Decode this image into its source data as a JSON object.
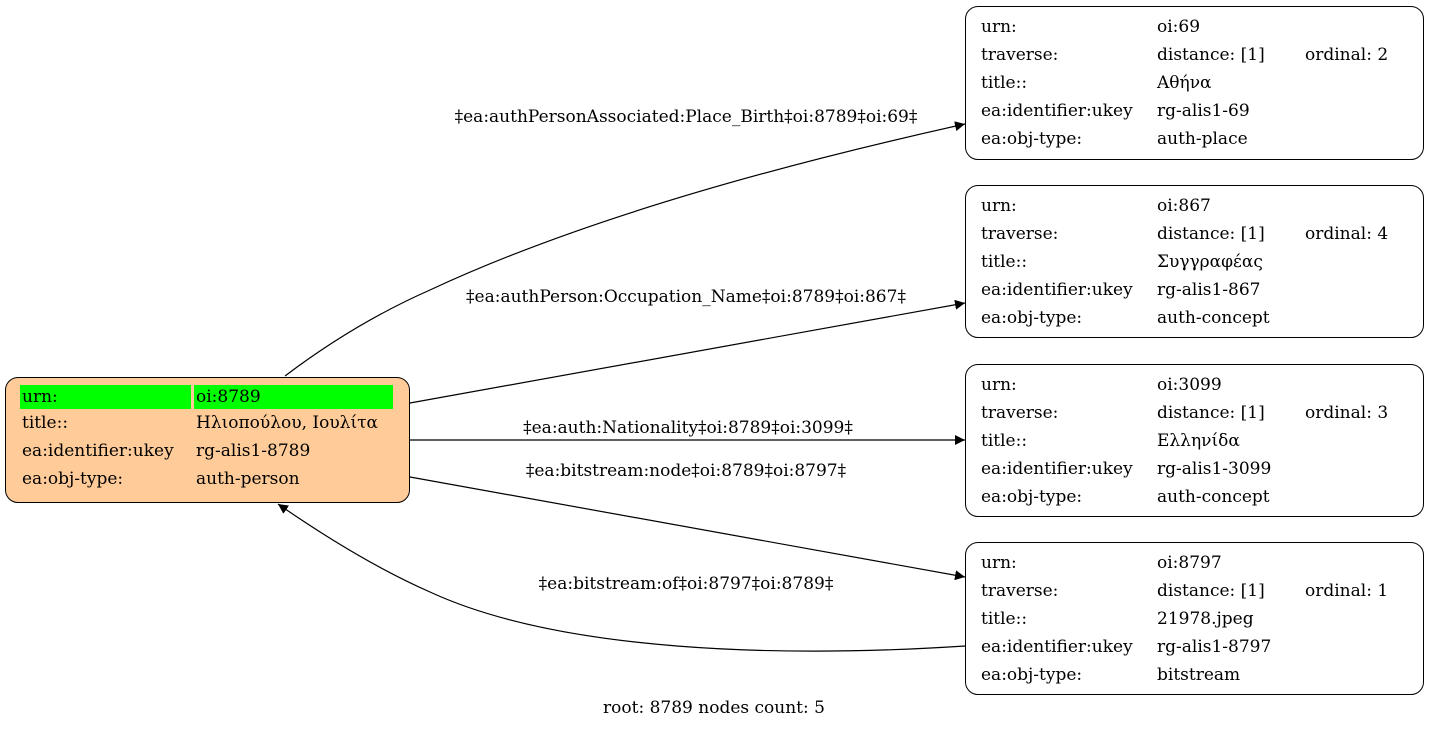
{
  "root_node": {
    "rows": [
      {
        "key": "urn:",
        "value": "oi:8789"
      },
      {
        "key": "title::",
        "value": "Ηλιοπούλου, Ιουλίτα"
      },
      {
        "key": "ea:identifier:ukey",
        "value": "rg-alis1-8789"
      },
      {
        "key": "ea:obj-type:",
        "value": "auth-person"
      }
    ],
    "fill_color": "#ffcc99",
    "highlight_color": "#00ff00"
  },
  "nodes": [
    {
      "urn_key": "urn:",
      "urn": "oi:69",
      "traverse_key": "traverse:",
      "distance": "distance: [1]",
      "ordinal": "ordinal: 2",
      "title_key": "title::",
      "title": "Αθήνα",
      "ukey_key": "ea:identifier:ukey",
      "ukey": "rg-alis1-69",
      "type_key": "ea:obj-type:",
      "type": "auth-place"
    },
    {
      "urn_key": "urn:",
      "urn": "oi:867",
      "traverse_key": "traverse:",
      "distance": "distance: [1]",
      "ordinal": "ordinal: 4",
      "title_key": "title::",
      "title": "Συγγραφέας",
      "ukey_key": "ea:identifier:ukey",
      "ukey": "rg-alis1-867",
      "type_key": "ea:obj-type:",
      "type": "auth-concept"
    },
    {
      "urn_key": "urn:",
      "urn": "oi:3099",
      "traverse_key": "traverse:",
      "distance": "distance: [1]",
      "ordinal": "ordinal: 3",
      "title_key": "title::",
      "title": "Ελληνίδα",
      "ukey_key": "ea:identifier:ukey",
      "ukey": "rg-alis1-3099",
      "type_key": "ea:obj-type:",
      "type": "auth-concept"
    },
    {
      "urn_key": "urn:",
      "urn": "oi:8797",
      "traverse_key": "traverse:",
      "distance": "distance: [1]",
      "ordinal": "ordinal: 1",
      "title_key": "title::",
      "title": "21978.jpeg",
      "ukey_key": "ea:identifier:ukey",
      "ukey": "rg-alis1-8797",
      "type_key": "ea:obj-type:",
      "type": "bitstream"
    }
  ],
  "edges": [
    {
      "label": "‡ea:authPersonAssociated:Place_Birth‡oi:8789‡oi:69‡"
    },
    {
      "label": "‡ea:authPerson:Occupation_Name‡oi:8789‡oi:867‡"
    },
    {
      "label": "‡ea:auth:Nationality‡oi:8789‡oi:3099‡"
    },
    {
      "label": "‡ea:bitstream:node‡oi:8789‡oi:8797‡"
    },
    {
      "label": "‡ea:bitstream:of‡oi:8797‡oi:8789‡"
    }
  ],
  "footer": "root: 8789 nodes count: 5"
}
